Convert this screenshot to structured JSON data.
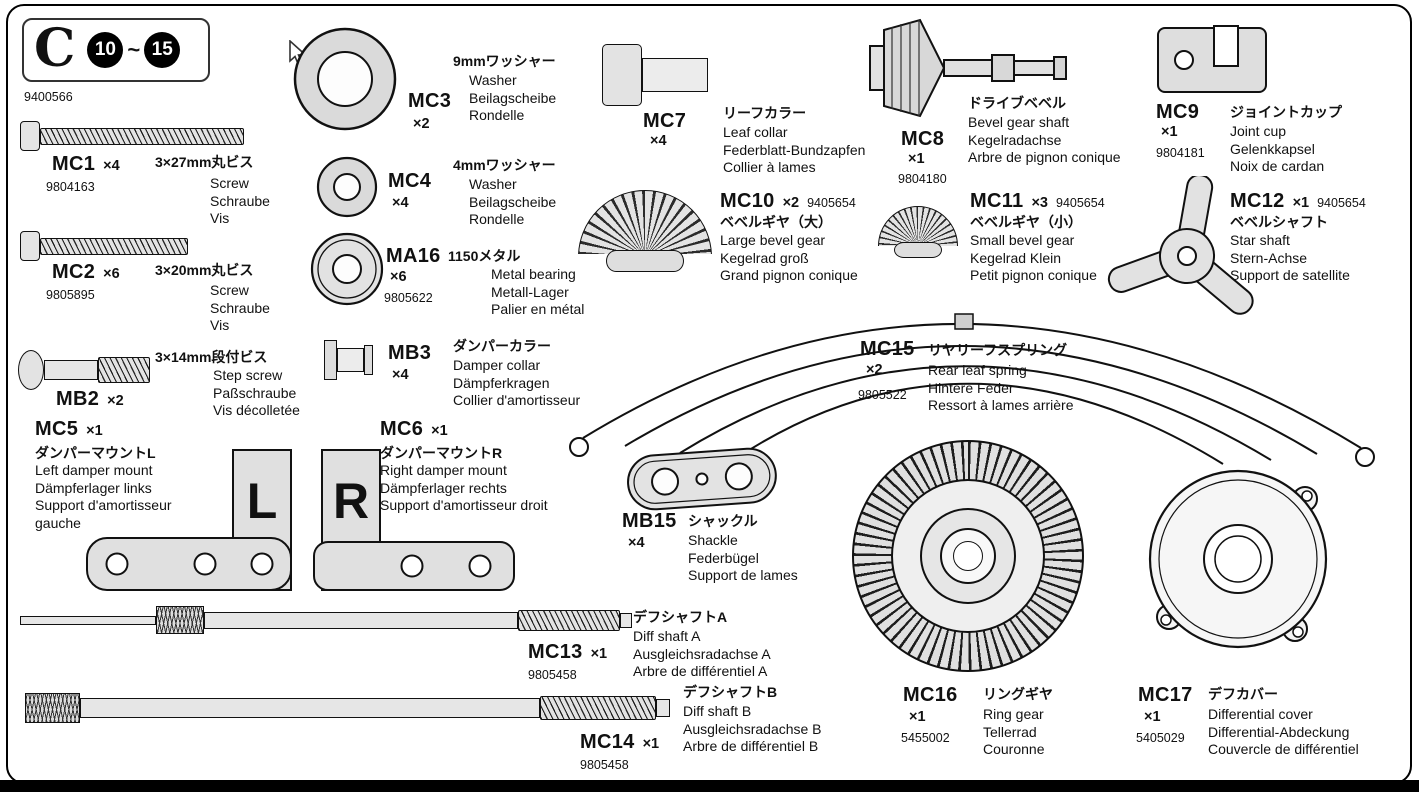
{
  "page": {
    "bag_letter": "C",
    "step_from": "10",
    "step_to": "15",
    "step_separator": "~",
    "sheet_code": "9400566"
  },
  "colors": {
    "paper": "#ffffff",
    "part_fill": "#e0e0e0",
    "outline": "#111111"
  },
  "parts": {
    "mc1": {
      "label": "MC1",
      "qty": "×4",
      "code": "9804163",
      "jp": "3×27mm丸ビス",
      "names": [
        "Screw",
        "Schraube",
        "Vis"
      ]
    },
    "mc2": {
      "label": "MC2",
      "qty": "×6",
      "code": "9805895",
      "jp": "3×20mm丸ビス",
      "names": [
        "Screw",
        "Schraube",
        "Vis"
      ]
    },
    "mb2": {
      "label": "MB2",
      "qty": "×2",
      "jp": "3×14mm段付ビス",
      "names": [
        "Step screw",
        "Paßschraube",
        "Vis décolletée"
      ]
    },
    "mc3": {
      "label": "MC3",
      "qty": "×2",
      "jp": "9mmワッシャー",
      "names": [
        "Washer",
        "Beilagscheibe",
        "Rondelle"
      ]
    },
    "mc4": {
      "label": "MC4",
      "qty": "×4",
      "jp": "4mmワッシャー",
      "names": [
        "Washer",
        "Beilagscheibe",
        "Rondelle"
      ]
    },
    "ma16": {
      "label": "MA16",
      "qty": "×6",
      "code": "9805622",
      "jp": "1150メタル",
      "names": [
        "Metal bearing",
        "Metall-Lager",
        "Palier en métal"
      ]
    },
    "mb3": {
      "label": "MB3",
      "qty": "×4",
      "jp": "ダンパーカラー",
      "names": [
        "Damper collar",
        "Dämpferkragen",
        "Collier d'amortisseur"
      ]
    },
    "mc7": {
      "label": "MC7",
      "qty": "×4",
      "jp": "リーフカラー",
      "names": [
        "Leaf collar",
        "Federblatt-Bundzapfen",
        "Collier à lames"
      ]
    },
    "mc8": {
      "label": "MC8",
      "qty": "×1",
      "code": "9804180",
      "jp": "ドライブベベル",
      "names": [
        "Bevel gear shaft",
        "Kegelradachse",
        "Arbre de pignon conique"
      ]
    },
    "mc9": {
      "label": "MC9",
      "qty": "×1",
      "code": "9804181",
      "jp": "ジョイントカップ",
      "names": [
        "Joint cup",
        "Gelenkkapsel",
        "Noix de cardan"
      ]
    },
    "mc10": {
      "label": "MC10",
      "qty": "×2",
      "code": "9405654",
      "jp": "ベベルギヤ（大）",
      "names": [
        "Large bevel gear",
        "Kegelrad groß",
        "Grand pignon conique"
      ]
    },
    "mc11": {
      "label": "MC11",
      "qty": "×3",
      "code": "9405654",
      "jp": "ベベルギヤ（小）",
      "names": [
        "Small bevel gear",
        "Kegelrad Klein",
        "Petit pignon conique"
      ]
    },
    "mc12": {
      "label": "MC12",
      "qty": "×1",
      "code": "9405654",
      "jp": "ベベルシャフト",
      "names": [
        "Star shaft",
        "Stern-Achse",
        "Support de satellite"
      ]
    },
    "mc15": {
      "label": "MC15",
      "qty": "×2",
      "code": "9805522",
      "jp": "リヤリーフスプリング",
      "names": [
        "Rear leaf spring",
        "Hintere Feder",
        "Ressort à lames arrière"
      ]
    },
    "mc5": {
      "label": "MC5",
      "qty": "×1",
      "letter": "L",
      "jp": "ダンパーマウントL",
      "names": [
        "Left damper mount",
        "Dämpferlager links",
        "Support d'amortisseur gauche"
      ]
    },
    "mc6": {
      "label": "MC6",
      "qty": "×1",
      "letter": "R",
      "jp": "ダンパーマウントR",
      "names": [
        "Right damper mount",
        "Dämpferlager rechts",
        "Support d'amortisseur droit"
      ]
    },
    "mb15": {
      "label": "MB15",
      "qty": "×4",
      "jp": "シャックル",
      "names": [
        "Shackle",
        "Federbügel",
        "Support de lames"
      ]
    },
    "mc13": {
      "label": "MC13",
      "qty": "×1",
      "code": "9805458",
      "jp": "デフシャフトA",
      "names": [
        "Diff shaft A",
        "Ausgleichsradachse A",
        "Arbre de différentiel A"
      ]
    },
    "mc14": {
      "label": "MC14",
      "qty": "×1",
      "code": "9805458",
      "jp": "デフシャフトB",
      "names": [
        "Diff shaft B",
        "Ausgleichsradachse B",
        "Arbre de différentiel B"
      ]
    },
    "mc16": {
      "label": "MC16",
      "qty": "×1",
      "code": "5455002",
      "jp": "リングギヤ",
      "names": [
        "Ring gear",
        "Tellerrad",
        "Couronne"
      ]
    },
    "mc17": {
      "label": "MC17",
      "qty": "×1",
      "code": "5405029",
      "jp": "デフカバー",
      "names": [
        "Differential cover",
        "Differential-Abdeckung",
        "Couvercle de différentiel"
      ]
    }
  }
}
